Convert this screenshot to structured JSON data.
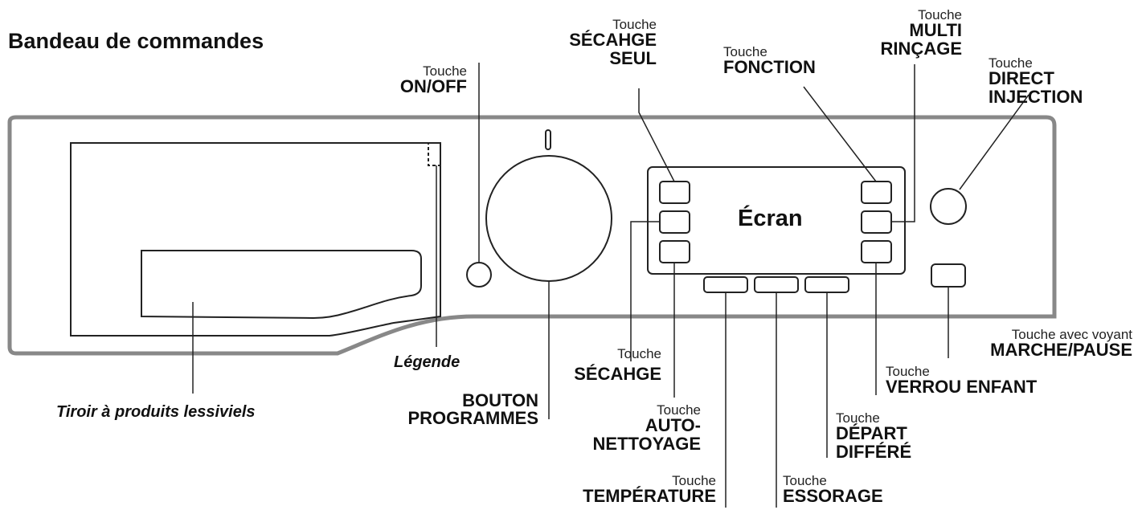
{
  "title": "Bandeau de commandes",
  "screen_label": "Écran",
  "drawer_label": "Tiroir à produits lessiviels",
  "legend_label": "Légende",
  "labels": {
    "on_off": {
      "small": "Touche",
      "big": "ON/OFF"
    },
    "sechage_seul": {
      "small": "Touche",
      "big1": "SÉCAHGE",
      "big2": "SEUL"
    },
    "fonction": {
      "small": "Touche",
      "big": "FONCTION"
    },
    "multi_rincage": {
      "small": "Touche",
      "big1": "MULTI",
      "big2": "RINÇAGE"
    },
    "direct_injection": {
      "small": "Touche",
      "big1": "DIRECT",
      "big2": "INJECTION"
    },
    "sechage": {
      "small": "Touche",
      "big": "SÉCAHGE"
    },
    "bouton_programmes": {
      "big1": "BOUTON",
      "big2": "PROGRAMMES"
    },
    "auto_nettoyage": {
      "small": "Touche",
      "big1": "AUTO-",
      "big2": "NETTOYAGE"
    },
    "temperature": {
      "small": "Touche",
      "big": "TEMPÉRATURE"
    },
    "essorage": {
      "small": "Touche",
      "big": "ESSORAGE"
    },
    "depart_differe": {
      "small": "Touche",
      "big1": "DÉPART",
      "big2": "DIFFÉRÉ"
    },
    "verrou_enfant": {
      "small": "Touche",
      "big": "VERROU ENFANT"
    },
    "marche_pause": {
      "small": "Touche avec voyant",
      "big": "MARCHE/PAUSE"
    }
  }
}
